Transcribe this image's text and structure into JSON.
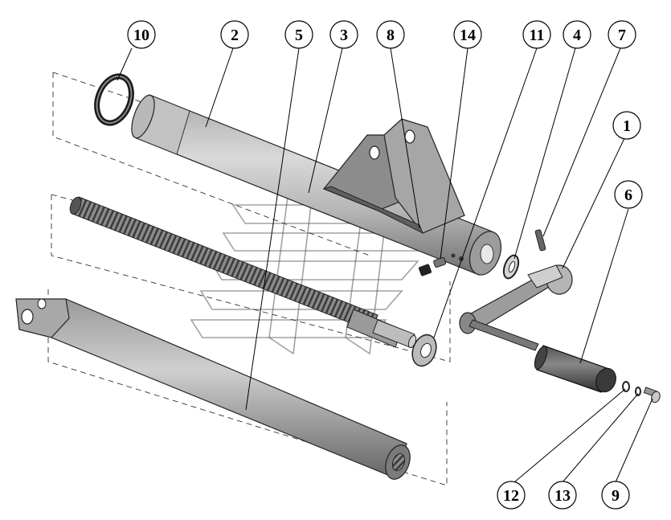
{
  "diagram": {
    "callouts": [
      {
        "id": "c10",
        "label": "10"
      },
      {
        "id": "c2",
        "label": "2"
      },
      {
        "id": "c5",
        "label": "5"
      },
      {
        "id": "c3",
        "label": "3"
      },
      {
        "id": "c8",
        "label": "8"
      },
      {
        "id": "c14",
        "label": "14"
      },
      {
        "id": "c11",
        "label": "11"
      },
      {
        "id": "c4",
        "label": "4"
      },
      {
        "id": "c7",
        "label": "7"
      },
      {
        "id": "c1",
        "label": "1"
      },
      {
        "id": "c6",
        "label": "6"
      },
      {
        "id": "c12",
        "label": "12"
      },
      {
        "id": "c13",
        "label": "13"
      },
      {
        "id": "c9",
        "label": "9"
      }
    ]
  }
}
